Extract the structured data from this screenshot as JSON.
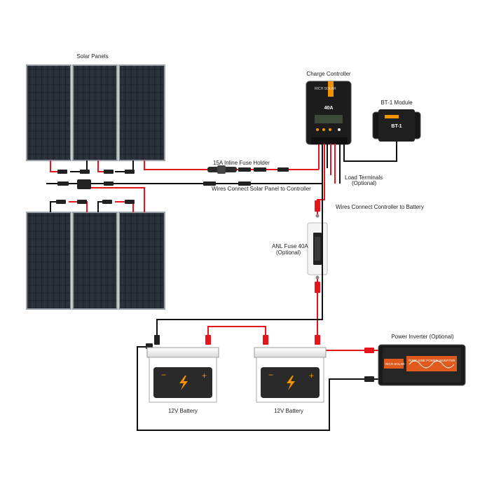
{
  "labels": {
    "solar_panels": "Solar Panels",
    "charge_controller": "Charge Controller",
    "bt1_module": "BT-1 Module",
    "fuse_holder": "15A Inline Fuse Holder",
    "wires_panel_controller": "Wires Connect Solar Panel to Controller",
    "load_terminals": "Load Terminals",
    "load_optional": "(Optional)",
    "wires_controller_battery": "Wires Connect Controller to Battery",
    "anl_fuse": "ANL Fuse 40A",
    "anl_optional": "(Optional)",
    "power_inverter": "Power Inverter (Optional)",
    "battery_1": "12V Battery",
    "battery_2": "12V Battery"
  },
  "device_text": {
    "controller_current": "40A",
    "controller_brand": "RICH SOLAR",
    "bt1_title": "BT-1",
    "inverter_brand": "RICH SOLAR",
    "inverter_model": "PURE SINE POWER INVERTER"
  },
  "colors": {
    "positive_wire": "#e8141b",
    "negative_wire": "#111111",
    "battery_accent": "#f39200",
    "inverter_accent": "#e05a1e"
  }
}
